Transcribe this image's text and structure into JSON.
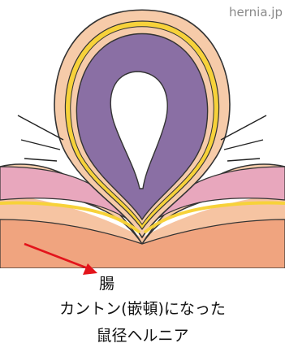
{
  "watermark": "hernia.jp",
  "label": "腸",
  "caption": {
    "line1": "カントン(嵌頓)になった",
    "line2": "鼠径ヘルニア"
  },
  "colors": {
    "intestine_purple": "#8a6fa4",
    "muscle_pink": "#e8a7bd",
    "tissue_peach": "#f6cba9",
    "skin_orange": "#f1a882",
    "membrane_yellow": "#f7d23a",
    "arrow_red": "#e3141b"
  }
}
